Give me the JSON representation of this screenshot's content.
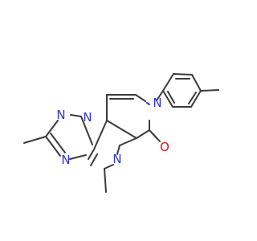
{
  "atoms": {
    "n_triazole_top": "N",
    "n_triazole_left": "N",
    "n_triazole_bottom": "N",
    "n_pyrimidine": "N",
    "n_pyridone": "N",
    "o_carbonyl": "O"
  },
  "colors": {
    "bond": "#3a3a3a",
    "nitrogen": "#2f33e6",
    "oxygen": "#e01010",
    "background": "#ffffff"
  }
}
